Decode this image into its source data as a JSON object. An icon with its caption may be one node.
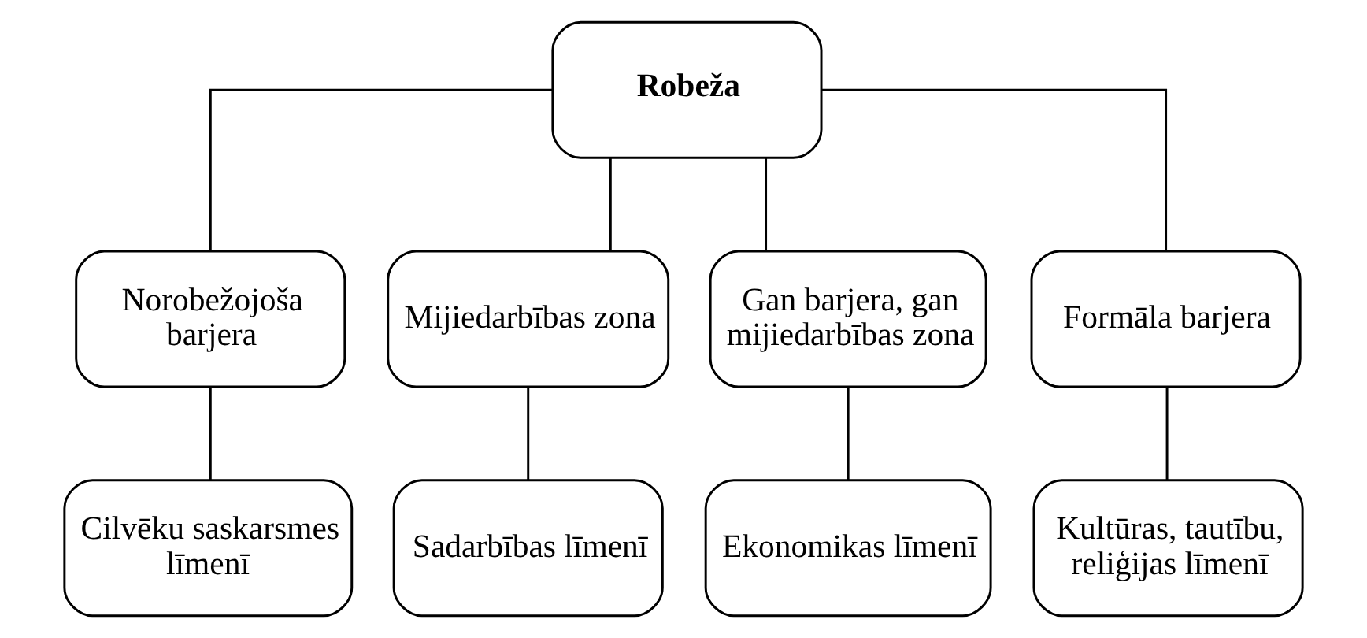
{
  "diagram": {
    "nodes": [
      {
        "text": [
          "Robeža"
        ]
      },
      {
        "text": [
          "Norobežojoša barjera"
        ]
      },
      {
        "text": [
          "Mijiedarbības zona"
        ]
      },
      {
        "text": [
          "Gan barjera, gan mijiedarbības zona"
        ]
      },
      {
        "text": [
          "Formāla barjera"
        ]
      },
      {
        "text": [
          "Cilvēku saskarsmes līmenī"
        ]
      },
      {
        "text": [
          "Sadarbības līmenī"
        ]
      },
      {
        "text": [
          "Ekonomikas līmenī"
        ]
      },
      {
        "text": [
          "Kultūras, tautību, reliģijas līmenī"
        ]
      }
    ],
    "edges": [
      {
        "from": 0,
        "to": 1,
        "arrow": "none"
      },
      {
        "from": 0,
        "to": 2,
        "arrow": "none"
      },
      {
        "from": 0,
        "to": 3,
        "arrow": "none"
      },
      {
        "from": 0,
        "to": 4,
        "arrow": "none"
      },
      {
        "from": 1,
        "to": 5,
        "arrow": "none"
      },
      {
        "from": 2,
        "to": 6,
        "arrow": "none"
      },
      {
        "from": 3,
        "to": 7,
        "arrow": "none"
      },
      {
        "from": 4,
        "to": 8,
        "arrow": "none"
      }
    ]
  }
}
